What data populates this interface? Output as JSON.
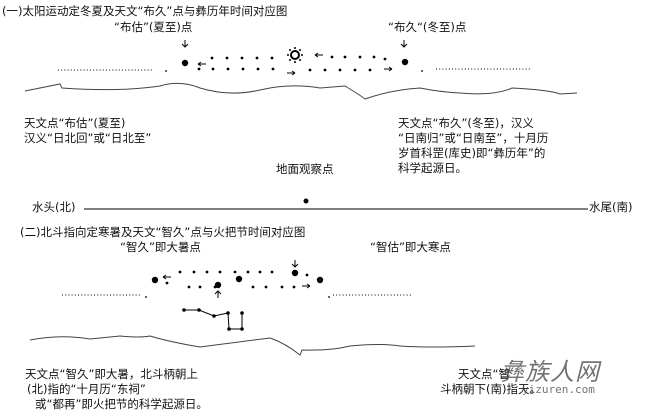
{
  "section1": {
    "title": "(一)太阳运动定冬夏及天文“布久”点与彝历年时间对应图",
    "label_left": "“布估”(夏至)点",
    "label_right": "“布久“(冬至)点",
    "note_left": [
      "天文点“布估”(夏至)",
      "汉义“日北回”或“日北至”"
    ],
    "note_right": [
      "天文点“布久”(冬至)，汉义",
      "“日南归”或“日南至”，十月历",
      "岁首科罡(库史)即“彝历年”的",
      "科学起源日。"
    ],
    "observer": "地面观察点",
    "north": "水头(北)",
    "south": "水尾(南)"
  },
  "section2": {
    "title": "(二)北斗指向定寒暑及天文“智久”点与火把节时间对应图",
    "label_left": "“智久”即大暑点",
    "label_right": "“智估”即大寒点",
    "note_left": [
      "天文点“智久”即大暑，北斗柄朝上",
      "(北)指的“十月历“东祠”",
      "或“都再”即火把节的科学起源日。"
    ],
    "note_right": [
      "天文点“智",
      "斗柄朝下(南)指天。"
    ]
  },
  "watermark": {
    "name": "彝族人网",
    "url": "yizuren.com"
  }
}
